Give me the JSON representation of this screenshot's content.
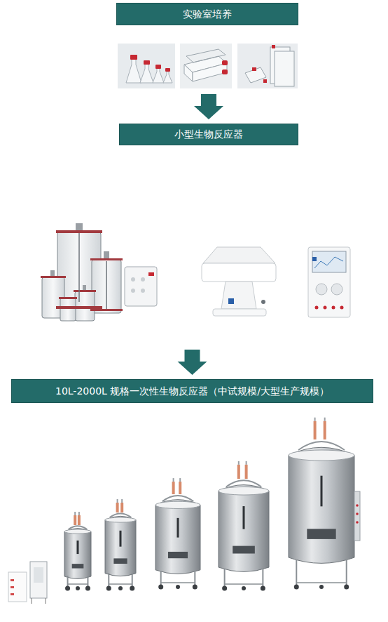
{
  "diagram": {
    "nodes": [
      {
        "text": [
          "实验室培养"
        ]
      },
      {
        "text": [
          "小型生物反应器"
        ]
      },
      {
        "text": [
          "10L-2000L 规格一次性生物反应器（中试规模/大型生产规模）"
        ]
      }
    ],
    "edges": [
      {
        "from": 0,
        "to": 1,
        "arrow": "to"
      },
      {
        "from": 1,
        "to": 2,
        "arrow": "to"
      }
    ]
  }
}
